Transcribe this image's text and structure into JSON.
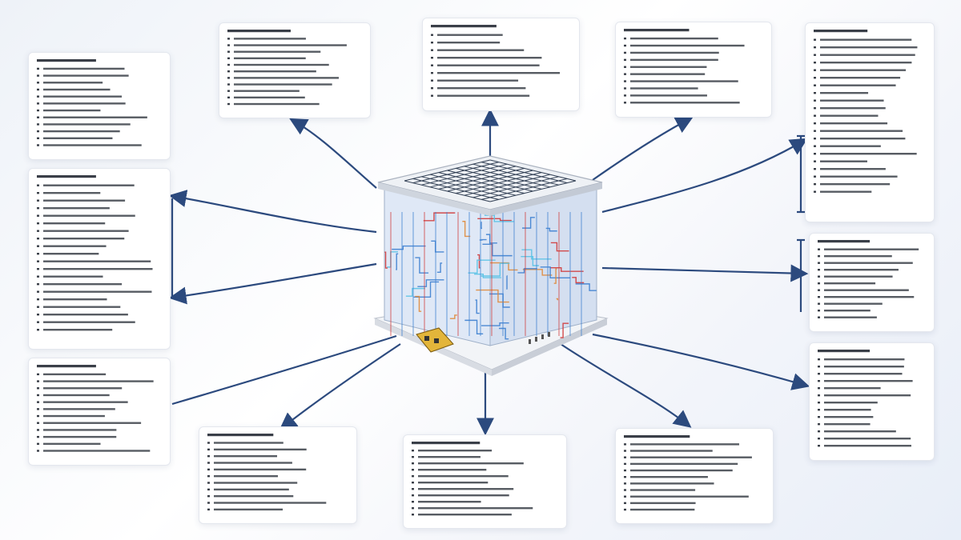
{
  "diagram": {
    "colors": {
      "connector": "#2c4a7e",
      "wire_blue": "#3d7fd0",
      "wire_red": "#d03a3a",
      "wire_cyan": "#58c2e6",
      "wire_orange": "#e08a3a",
      "chip_top": "#eef1f5",
      "chip_grid": "#2f3d52",
      "base": "#f2f4f7",
      "connector_block": "#e3b53a",
      "card_text": "#3a3f48"
    },
    "chip": {
      "name": "processor-chip",
      "description_visible": false
    },
    "cards": [
      {
        "id": "card-left-1",
        "legible_text": false,
        "line_count": 13
      },
      {
        "id": "card-left-2",
        "legible_text": false,
        "line_count": 21
      },
      {
        "id": "card-left-3",
        "legible_text": false,
        "line_count": 13
      },
      {
        "id": "card-top-1",
        "legible_text": false,
        "line_count": 12
      },
      {
        "id": "card-top-2",
        "legible_text": false,
        "line_count": 10
      },
      {
        "id": "card-top-3",
        "legible_text": false,
        "line_count": 11
      },
      {
        "id": "card-right-1",
        "legible_text": false,
        "line_count": 22
      },
      {
        "id": "card-right-2",
        "legible_text": false,
        "line_count": 12
      },
      {
        "id": "card-right-3",
        "legible_text": false,
        "line_count": 14
      },
      {
        "id": "card-bottom-1",
        "legible_text": false,
        "line_count": 12
      },
      {
        "id": "card-bottom-2",
        "legible_text": false,
        "line_count": 12
      },
      {
        "id": "card-bottom-3",
        "legible_text": false,
        "line_count": 12
      }
    ]
  }
}
